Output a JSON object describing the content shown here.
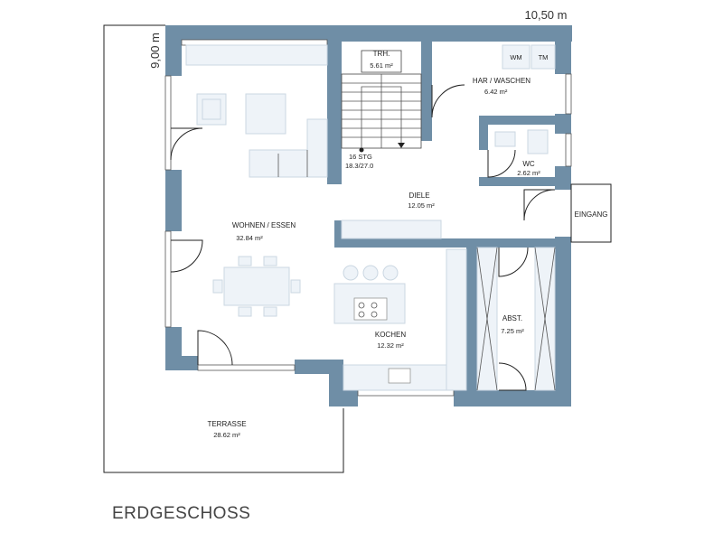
{
  "plan": {
    "floor_name": "ERDGESCHOSS",
    "width_label": "10,50 m",
    "depth_label": "9,00 m",
    "rooms": {
      "treppenhaus": {
        "name": "TRH.",
        "area": "5.61 m²"
      },
      "hwr": {
        "name": "HAR / WASCHEN",
        "area": "6.42 m²"
      },
      "wc": {
        "name": "WC",
        "area": "2.62 m²"
      },
      "diele": {
        "name": "DIELE",
        "area": "12.05 m²"
      },
      "wohnen": {
        "name": "WOHNEN / ESSEN",
        "area": "32.84 m²"
      },
      "kochen": {
        "name": "KOCHEN",
        "area": "12.32 m²"
      },
      "abstell": {
        "name": "ABST.",
        "area": "7.25 m²"
      },
      "terrasse": {
        "name": "TERRASSE",
        "area": "28.62 m²"
      }
    },
    "entrance_label": "EINGANG",
    "stair": {
      "steps": "16 STG",
      "ratio": "18.3/27.0"
    },
    "appliances": {
      "washer": "WM",
      "dryer": "TM"
    }
  }
}
